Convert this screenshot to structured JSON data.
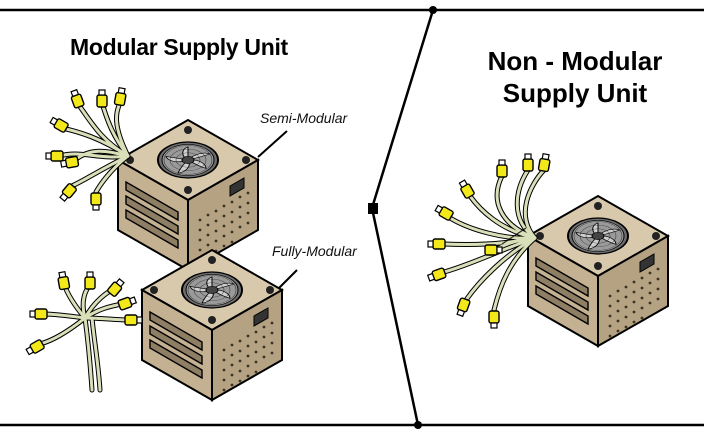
{
  "left_panel": {
    "title": "Modular Supply Unit",
    "semi_label": "Semi-Modular",
    "fully_label": "Fully-Modular"
  },
  "right_panel": {
    "title_line1": "Non - Modular",
    "title_line2": "Supply Unit"
  },
  "colors": {
    "psu_body": "#cdbca0",
    "psu_dark": "#a8977a",
    "fan": "#7a7a7a",
    "cable": "#d9dfb8",
    "connector": "#f3e81a",
    "line": "#000000"
  },
  "icons": [
    "psu-icon",
    "fan-icon",
    "cable-bundle-icon",
    "connector-icon"
  ]
}
